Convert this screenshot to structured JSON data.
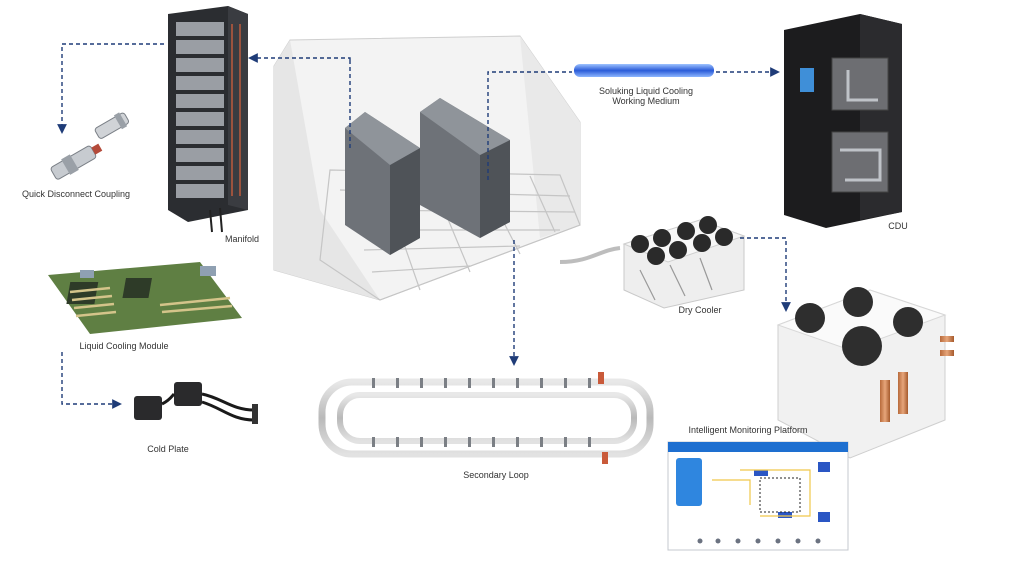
{
  "labels": {
    "quick_disconnect": "Quick Disconnect Coupling",
    "manifold": "Manifold",
    "medium_line1": "Soluking Liquid Cooling",
    "medium_line2": "Working Medium",
    "cdu": "CDU",
    "liquid_module": "Liquid Cooling Module",
    "dry_cooler": "Dry Cooler",
    "cold_plate": "Cold Plate",
    "secondary_loop": "Secondary Loop",
    "monitoring": "Intelligent Monitoring Platform"
  },
  "colors": {
    "arrow": "#1f3c78",
    "medium_tube": "#2a5bd8",
    "rack_dark": "#2b2d31",
    "server_grey": "#7d8187",
    "cdu_black": "#1c1c1e",
    "screen_blue": "#1e6fd0"
  },
  "icons": {
    "rack": "server-rack-icon",
    "coupling": "quick-coupling-icon",
    "cdu": "cdu-unit-icon",
    "cooler": "dry-cooler-icon",
    "board": "motherboard-icon",
    "plate": "cold-plate-icon",
    "monitor": "monitor-screen-icon"
  }
}
